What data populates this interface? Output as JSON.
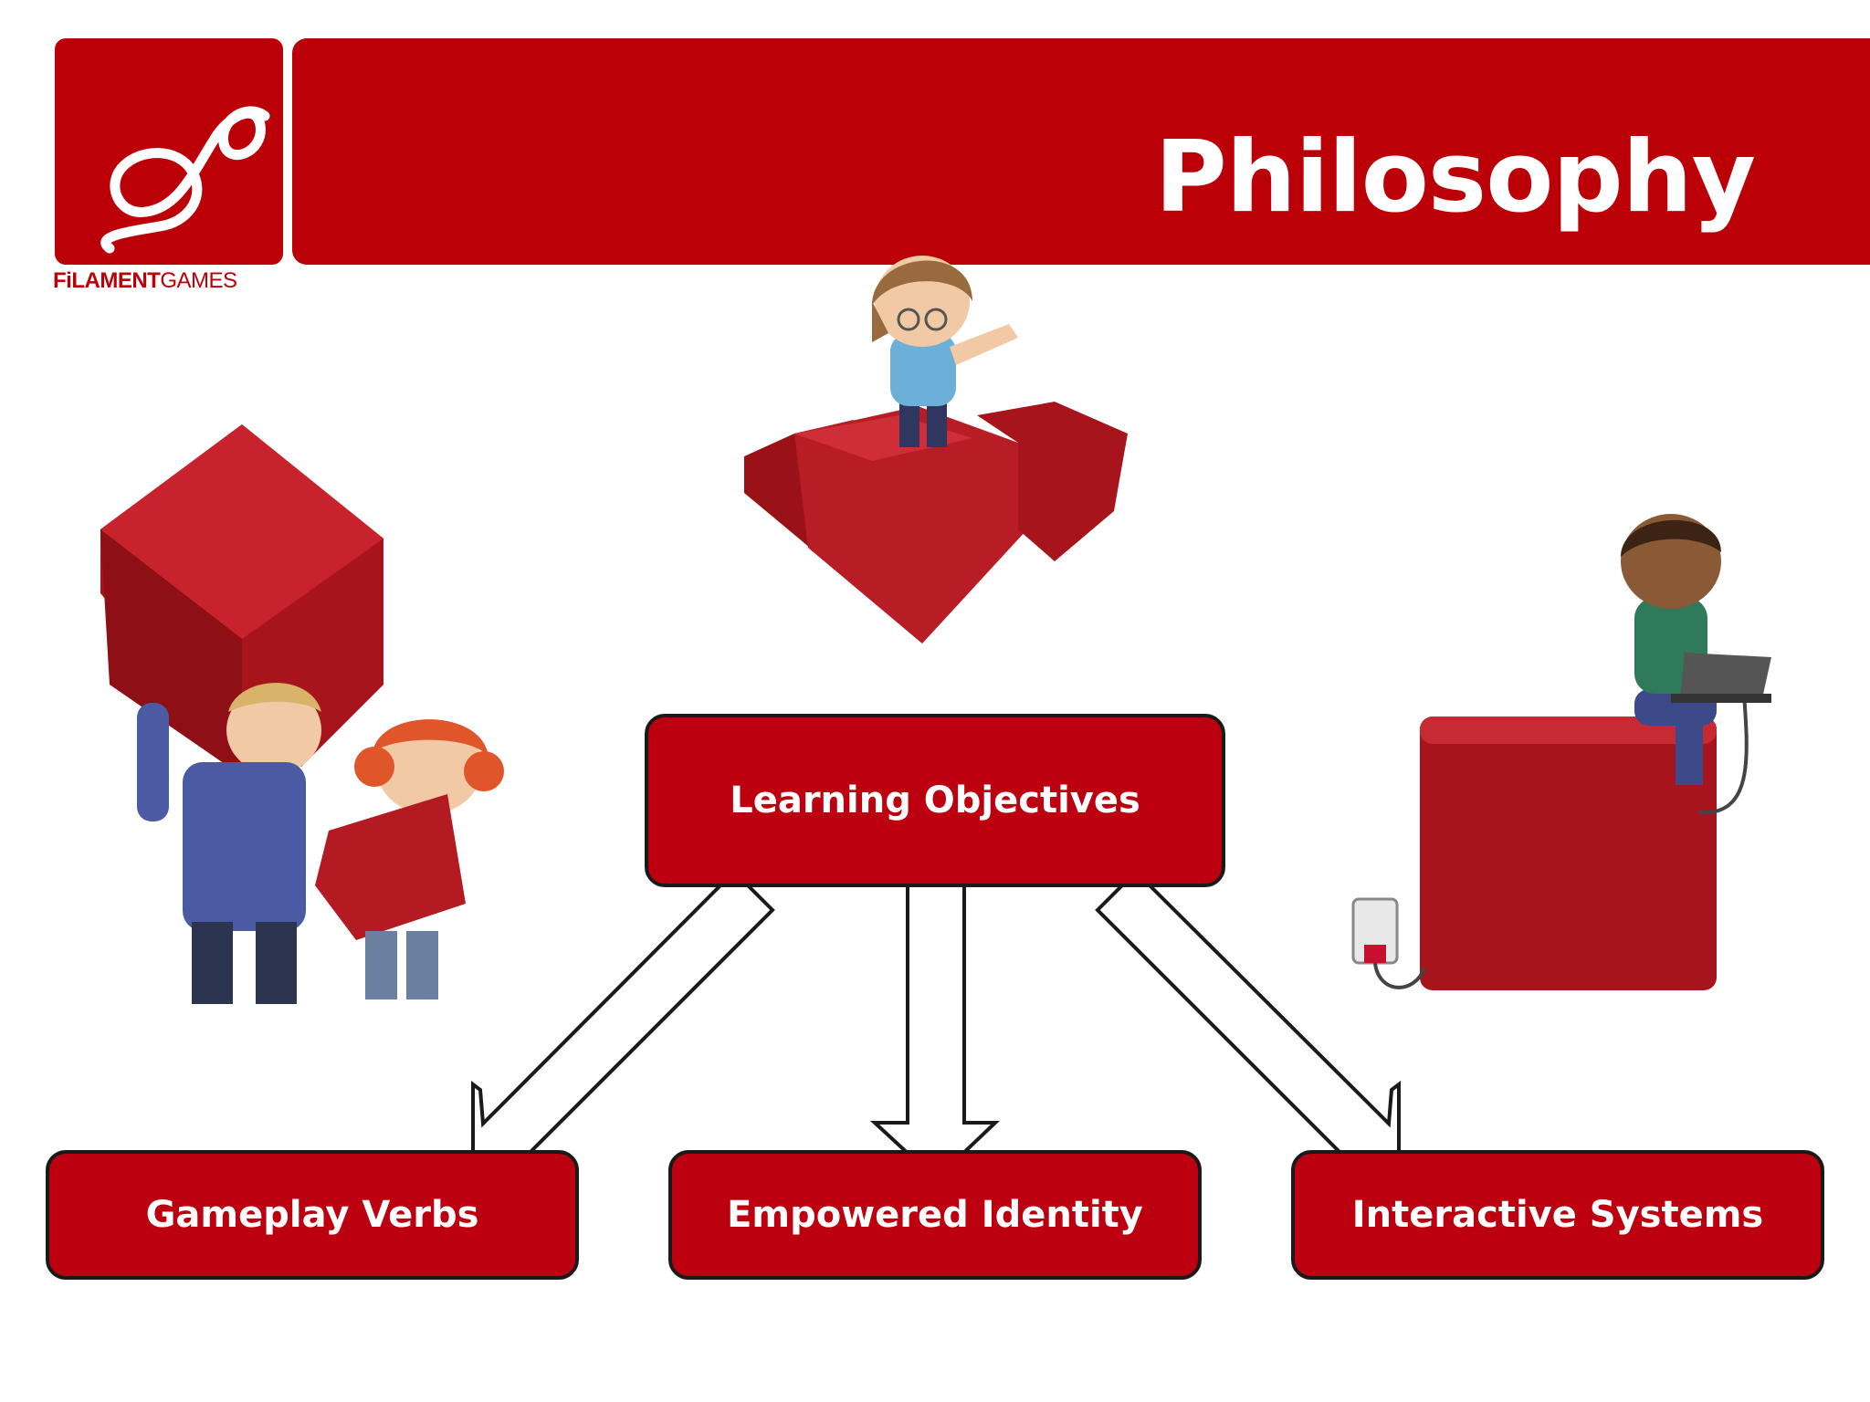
{
  "header": {
    "title": "Philosophy"
  },
  "logo": {
    "brand_bold": "FiLAMENT",
    "brand_light": "GAMES"
  },
  "diagram": {
    "root": {
      "label": "Learning Objectives"
    },
    "children": [
      {
        "label": "Gameplay Verbs"
      },
      {
        "label": "Empowered Identity"
      },
      {
        "label": "Interactive Systems"
      }
    ]
  },
  "colors": {
    "brand_red": "#bb0008",
    "node_red": "#bd0010",
    "outline": "#1a1a1a"
  }
}
